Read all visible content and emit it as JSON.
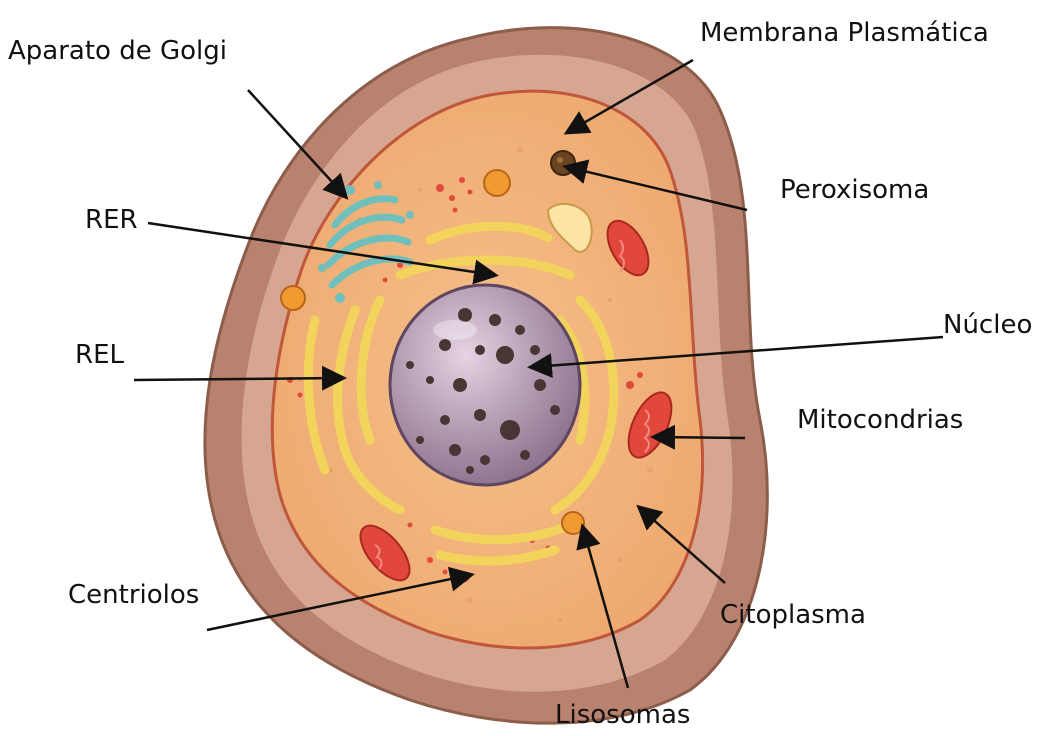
{
  "labels": {
    "golgi": "Aparato de Golgi",
    "membrana": "Membrana Plasmática",
    "rer": "RER",
    "peroxisoma": "Peroxisoma",
    "nucleo": "Núcleo",
    "rel": "REL",
    "mitocondrias": "Mitocondrias",
    "centriolos": "Centriolos",
    "citoplasma": "Citoplasma",
    "lisosomas": "Lisosomas"
  },
  "colors": {
    "cell_wall_outer": "#b9826f",
    "cell_wall_inner": "#d8a892",
    "cytoplasm": "#f2b47a",
    "nucleus": "#a98ea9",
    "nucleolus_spots": "#4a3535",
    "er": "#f2d45c",
    "golgi": "#7cc7c4",
    "mitochondria": "#e2473c",
    "lysosome": "#f09a30",
    "peroxisome": "#6b4423",
    "arrow": "#111111"
  }
}
